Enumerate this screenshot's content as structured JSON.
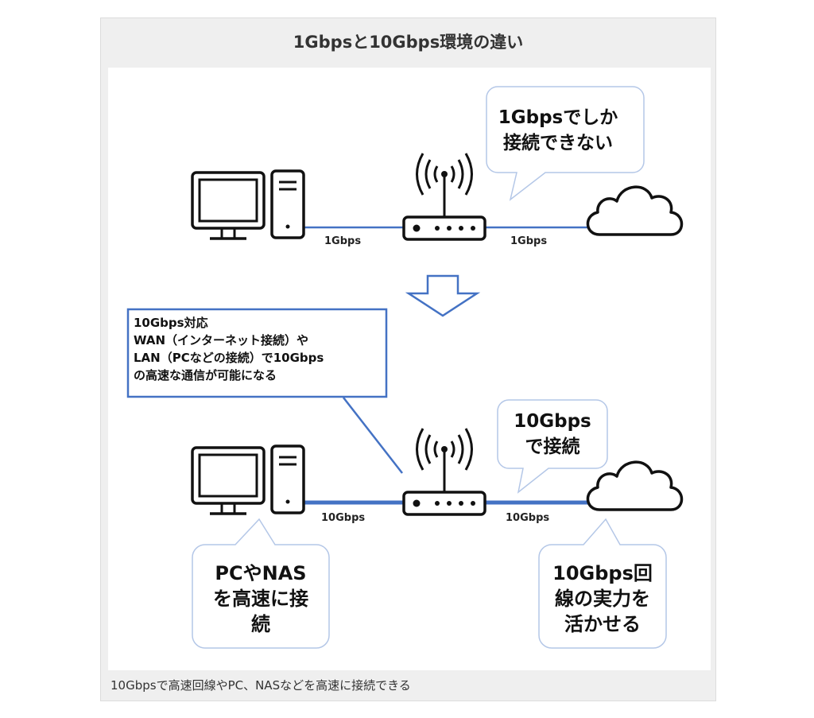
{
  "figure": {
    "title": "1Gbpsと10Gbps環境の違い",
    "caption": "10Gbpsで高速回線やPC、NASなどを高速に接続できる"
  },
  "colors": {
    "link_blue": "#4472c4",
    "bubble_border": "#b4c7e7",
    "icon_stroke": "#111111",
    "frame_bg": "#efefef"
  },
  "top_scenario": {
    "link_left_label": "1Gbps",
    "link_right_label": "1Gbps",
    "bubble_lines": [
      "1Gbpsでしか",
      "接続できない"
    ]
  },
  "transition_arrow": "down-arrow-icon",
  "bottom_scenario": {
    "note_lines": [
      "10Gbps対応",
      "WAN（インターネット接続）や",
      "LAN（PCなどの接続）で10Gbps",
      "の高速な通信が可能になる"
    ],
    "link_left_label": "10Gbps",
    "link_right_label": "10Gbps",
    "router_bubble_lines": [
      "10Gbps",
      "で接続"
    ],
    "pc_bubble_lines": [
      "PCやNAS",
      "を高速に接",
      "続"
    ],
    "cloud_bubble_lines": [
      "10Gbps回",
      "線の実力を",
      "活かせる"
    ]
  },
  "icons": [
    "monitor-icon",
    "pc-tower-icon",
    "wifi-router-icon",
    "cloud-icon",
    "down-arrow-icon"
  ]
}
